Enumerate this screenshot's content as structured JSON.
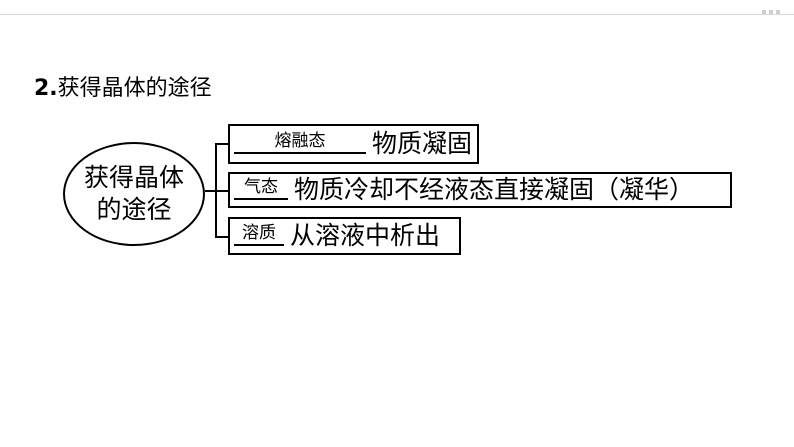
{
  "section": {
    "number": "2.",
    "title": "获得晶体的途径"
  },
  "center_node": {
    "label": "获得晶体\n的途径"
  },
  "branches": [
    {
      "answer": "熔融态",
      "text": "物质凝固"
    },
    {
      "answer": "气态",
      "text": "物质冷却不经液态直接凝固（凝华）"
    },
    {
      "answer": "溶质",
      "text": "从溶液中析出"
    }
  ]
}
